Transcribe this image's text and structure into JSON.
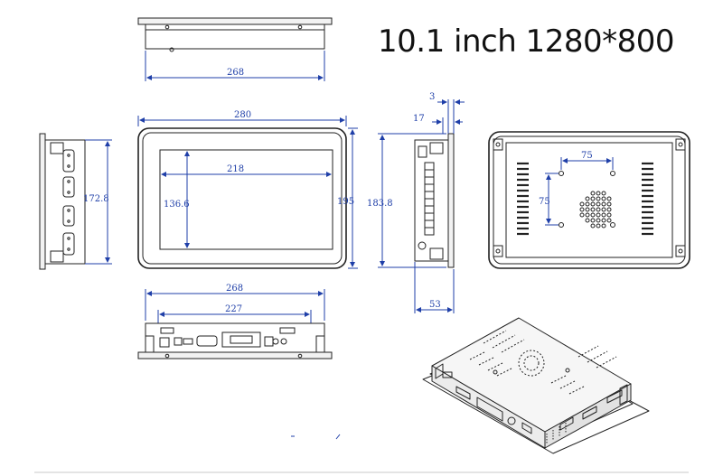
{
  "headline": "10.1 inch 1280*800",
  "dimensions": {
    "top_width": "268",
    "front_outer_width": "280",
    "front_screen_width": "218",
    "front_screen_height": "136.6",
    "front_outer_height": "195",
    "left_height": "172.8",
    "side_bezel": "3",
    "side_frame": "17",
    "side_height": "183.8",
    "side_depth": "53",
    "back_spacing_h": "75",
    "back_spacing_v": "75",
    "bottom_width": "268",
    "bottom_ports_width": "227"
  },
  "colors": {
    "line": "#222222",
    "dimension": "#1f3fa8",
    "fill": "#f2f2f2",
    "mid": "#c8c8c8"
  }
}
